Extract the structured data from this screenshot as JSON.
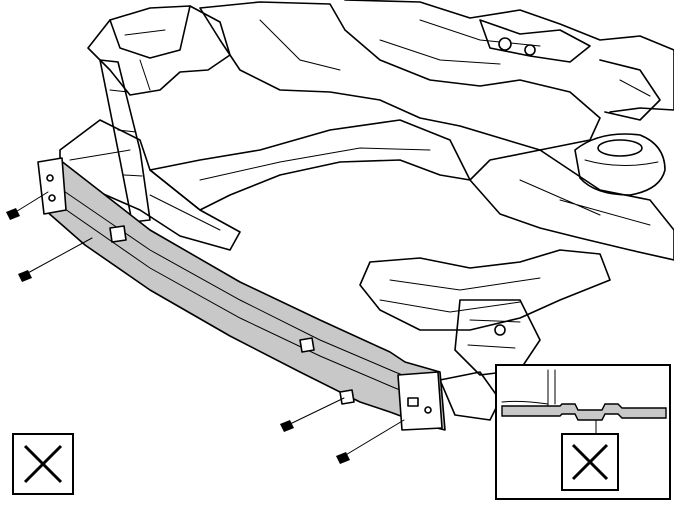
{
  "figure": {
    "subject": "front-bumper-reinforcement-beam-removal",
    "markers": [
      {
        "id": "main",
        "symbol": "x-box-icon"
      },
      {
        "id": "detail",
        "symbol": "x-box-icon"
      }
    ],
    "highlight_color": "#c8c8c8",
    "line_color": "#000000",
    "background_color": "#ffffff"
  }
}
